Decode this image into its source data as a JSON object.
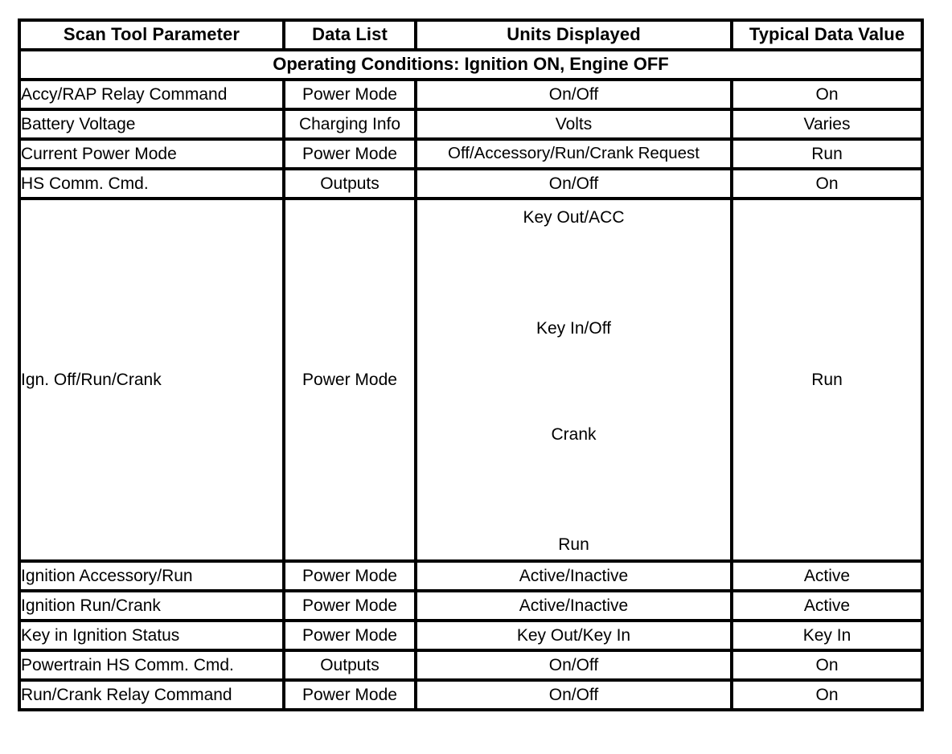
{
  "table": {
    "columns": [
      {
        "key": "parameter",
        "label": "Scan Tool Parameter"
      },
      {
        "key": "data_list",
        "label": "Data List"
      },
      {
        "key": "units",
        "label": "Units Displayed"
      },
      {
        "key": "typical",
        "label": "Typical Data Value"
      }
    ],
    "section_banner": "Operating Conditions: Ignition ON, Engine OFF",
    "rows": [
      {
        "parameter": "Accy/RAP Relay Command",
        "data_list": "Power Mode",
        "units": "On/Off",
        "typical": "On"
      },
      {
        "parameter": "Battery Voltage",
        "data_list": "Charging Info",
        "units": "Volts",
        "typical": "Varies"
      },
      {
        "parameter": "Current Power Mode",
        "data_list": "Power Mode",
        "units": "Off/Accessory/Run/Crank Request",
        "typical": "Run"
      },
      {
        "parameter": "HS Comm. Cmd.",
        "data_list": "Outputs",
        "units": "On/Off",
        "typical": "On"
      },
      {
        "parameter": "Ignition Accessory/Run",
        "data_list": "Power Mode",
        "units": "Active/Inactive",
        "typical": "Active"
      },
      {
        "parameter": "Ignition Run/Crank",
        "data_list": "Power Mode",
        "units": "Active/Inactive",
        "typical": "Active"
      },
      {
        "parameter": "Key in Ignition Status",
        "data_list": "Power Mode",
        "units": "Key Out/Key In",
        "typical": "Key In"
      },
      {
        "parameter": "Powertrain HS Comm. Cmd.",
        "data_list": "Outputs",
        "units": "On/Off",
        "typical": "On"
      },
      {
        "parameter": "Run/Crank Relay Command",
        "data_list": "Power Mode",
        "units": "On/Off",
        "typical": "On"
      }
    ],
    "tall_row": {
      "parameter": "Ign. Off/Run/Crank",
      "data_list": "Power Mode",
      "units_list": [
        "Key Out/ACC",
        "Key In/Off",
        "Crank",
        "Run"
      ],
      "typical": "Run"
    }
  },
  "style": {
    "border_color": "#000000",
    "text_color": "#000000",
    "background": "#ffffff"
  }
}
